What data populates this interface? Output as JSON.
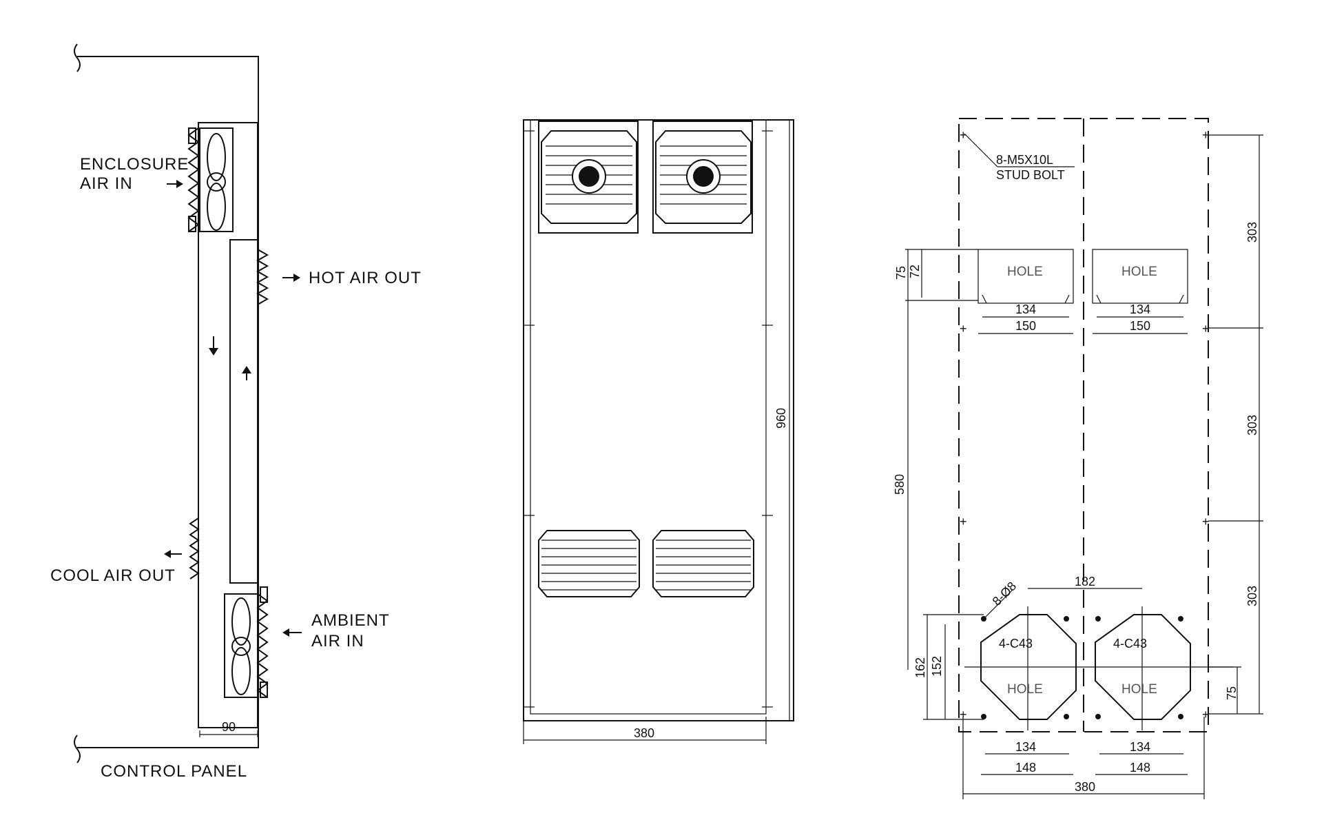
{
  "side_view": {
    "enclosure_air_in": [
      "ENCLOSURE",
      "AIR IN"
    ],
    "hot_air_out": "HOT AIR OUT",
    "cool_air_out": "COOL AIR OUT",
    "ambient_air_in": [
      "AMBIENT",
      "AIR IN"
    ],
    "control_panel": "CONTROL PANEL",
    "depth_dim": "90"
  },
  "front_view": {
    "height_dim": "960",
    "width_dim": "380"
  },
  "cutout_view": {
    "stud_bolt": [
      "8-M5X10L",
      "STUD BOLT"
    ],
    "hole_label": "HOLE",
    "top_hole_heights": [
      "75",
      "72"
    ],
    "top_hole_widths": [
      "134",
      "150"
    ],
    "spacing_dims": [
      "303",
      "303",
      "303"
    ],
    "vertical_580": "580",
    "drill": "8-Ø8",
    "chamfer": "4-C43",
    "center_182": "182",
    "lower_hole_heights": [
      "162",
      "152"
    ],
    "right_75": "75",
    "bottom_widths": [
      "134",
      "148"
    ],
    "overall_width": "380"
  }
}
